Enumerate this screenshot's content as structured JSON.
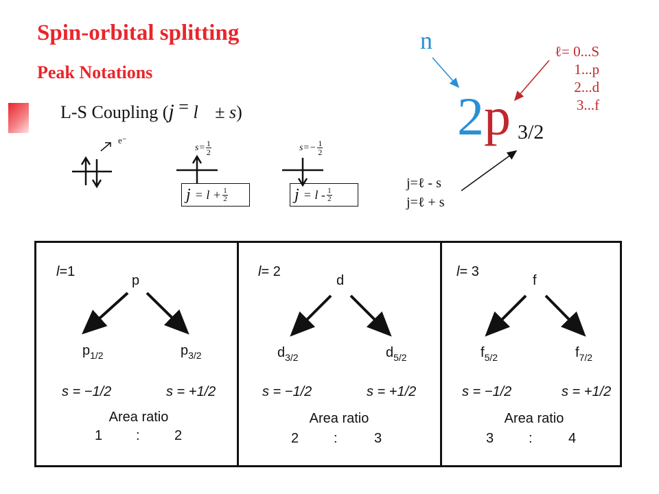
{
  "header": {
    "title": "Spin-orbital splitting",
    "subtitle": "Peak Notations"
  },
  "coupling": {
    "label": "L-S Coupling (",
    "j": "j",
    "eq": "=",
    "l": "l",
    "pm": "±",
    "s": "s",
    "close": ")",
    "electron_label": "e⁻",
    "s_up": "s=",
    "s_up_frac": "1/2",
    "s_down": "s=−",
    "s_down_frac": "1/2",
    "box1_j": "j",
    "box1_expr": "= l +",
    "box2_j": "j",
    "box2_expr": "= l -",
    "half_num": "1",
    "half_den": "2"
  },
  "notation": {
    "n_label": "n",
    "main_n": "2",
    "main_l": "p",
    "main_j": "3/2",
    "l_values": [
      "ℓ= 0...S",
      "1...p",
      "2...d",
      "3...f"
    ],
    "j_rules": [
      "j=ℓ - s",
      "j=ℓ + s"
    ]
  },
  "panels": [
    {
      "l_label": "l",
      "l_value": "=1",
      "orbital": "p",
      "left_main": "p",
      "left_sub": "1/2",
      "right_main": "p",
      "right_sub": "3/2",
      "s_left": "s = −1/2",
      "s_right": "s = +1/2",
      "ratio_title": "Area ratio",
      "ratio_left": "1",
      "ratio_sep": ":",
      "ratio_right": "2"
    },
    {
      "l_label": "l",
      "l_value": "= 2",
      "orbital": "d",
      "left_main": "d",
      "left_sub": "3/2",
      "right_main": "d",
      "right_sub": "5/2",
      "s_left": "s = −1/2",
      "s_right": "s = +1/2",
      "ratio_title": "Area ratio",
      "ratio_left": "2",
      "ratio_sep": ":",
      "ratio_right": "3"
    },
    {
      "l_label": "l",
      "l_value": "= 3",
      "orbital": "f",
      "left_main": "f",
      "left_sub": "5/2",
      "right_main": "f",
      "right_sub": "7/2",
      "s_left": "s = −1/2",
      "s_right": "s = +1/2",
      "ratio_title": "Area ratio",
      "ratio_left": "3",
      "ratio_sep": ":",
      "ratio_right": "4"
    }
  ],
  "colors": {
    "accent_red": "#e8262c",
    "dark_red": "#c0272d",
    "blue": "#2a8fd6"
  }
}
